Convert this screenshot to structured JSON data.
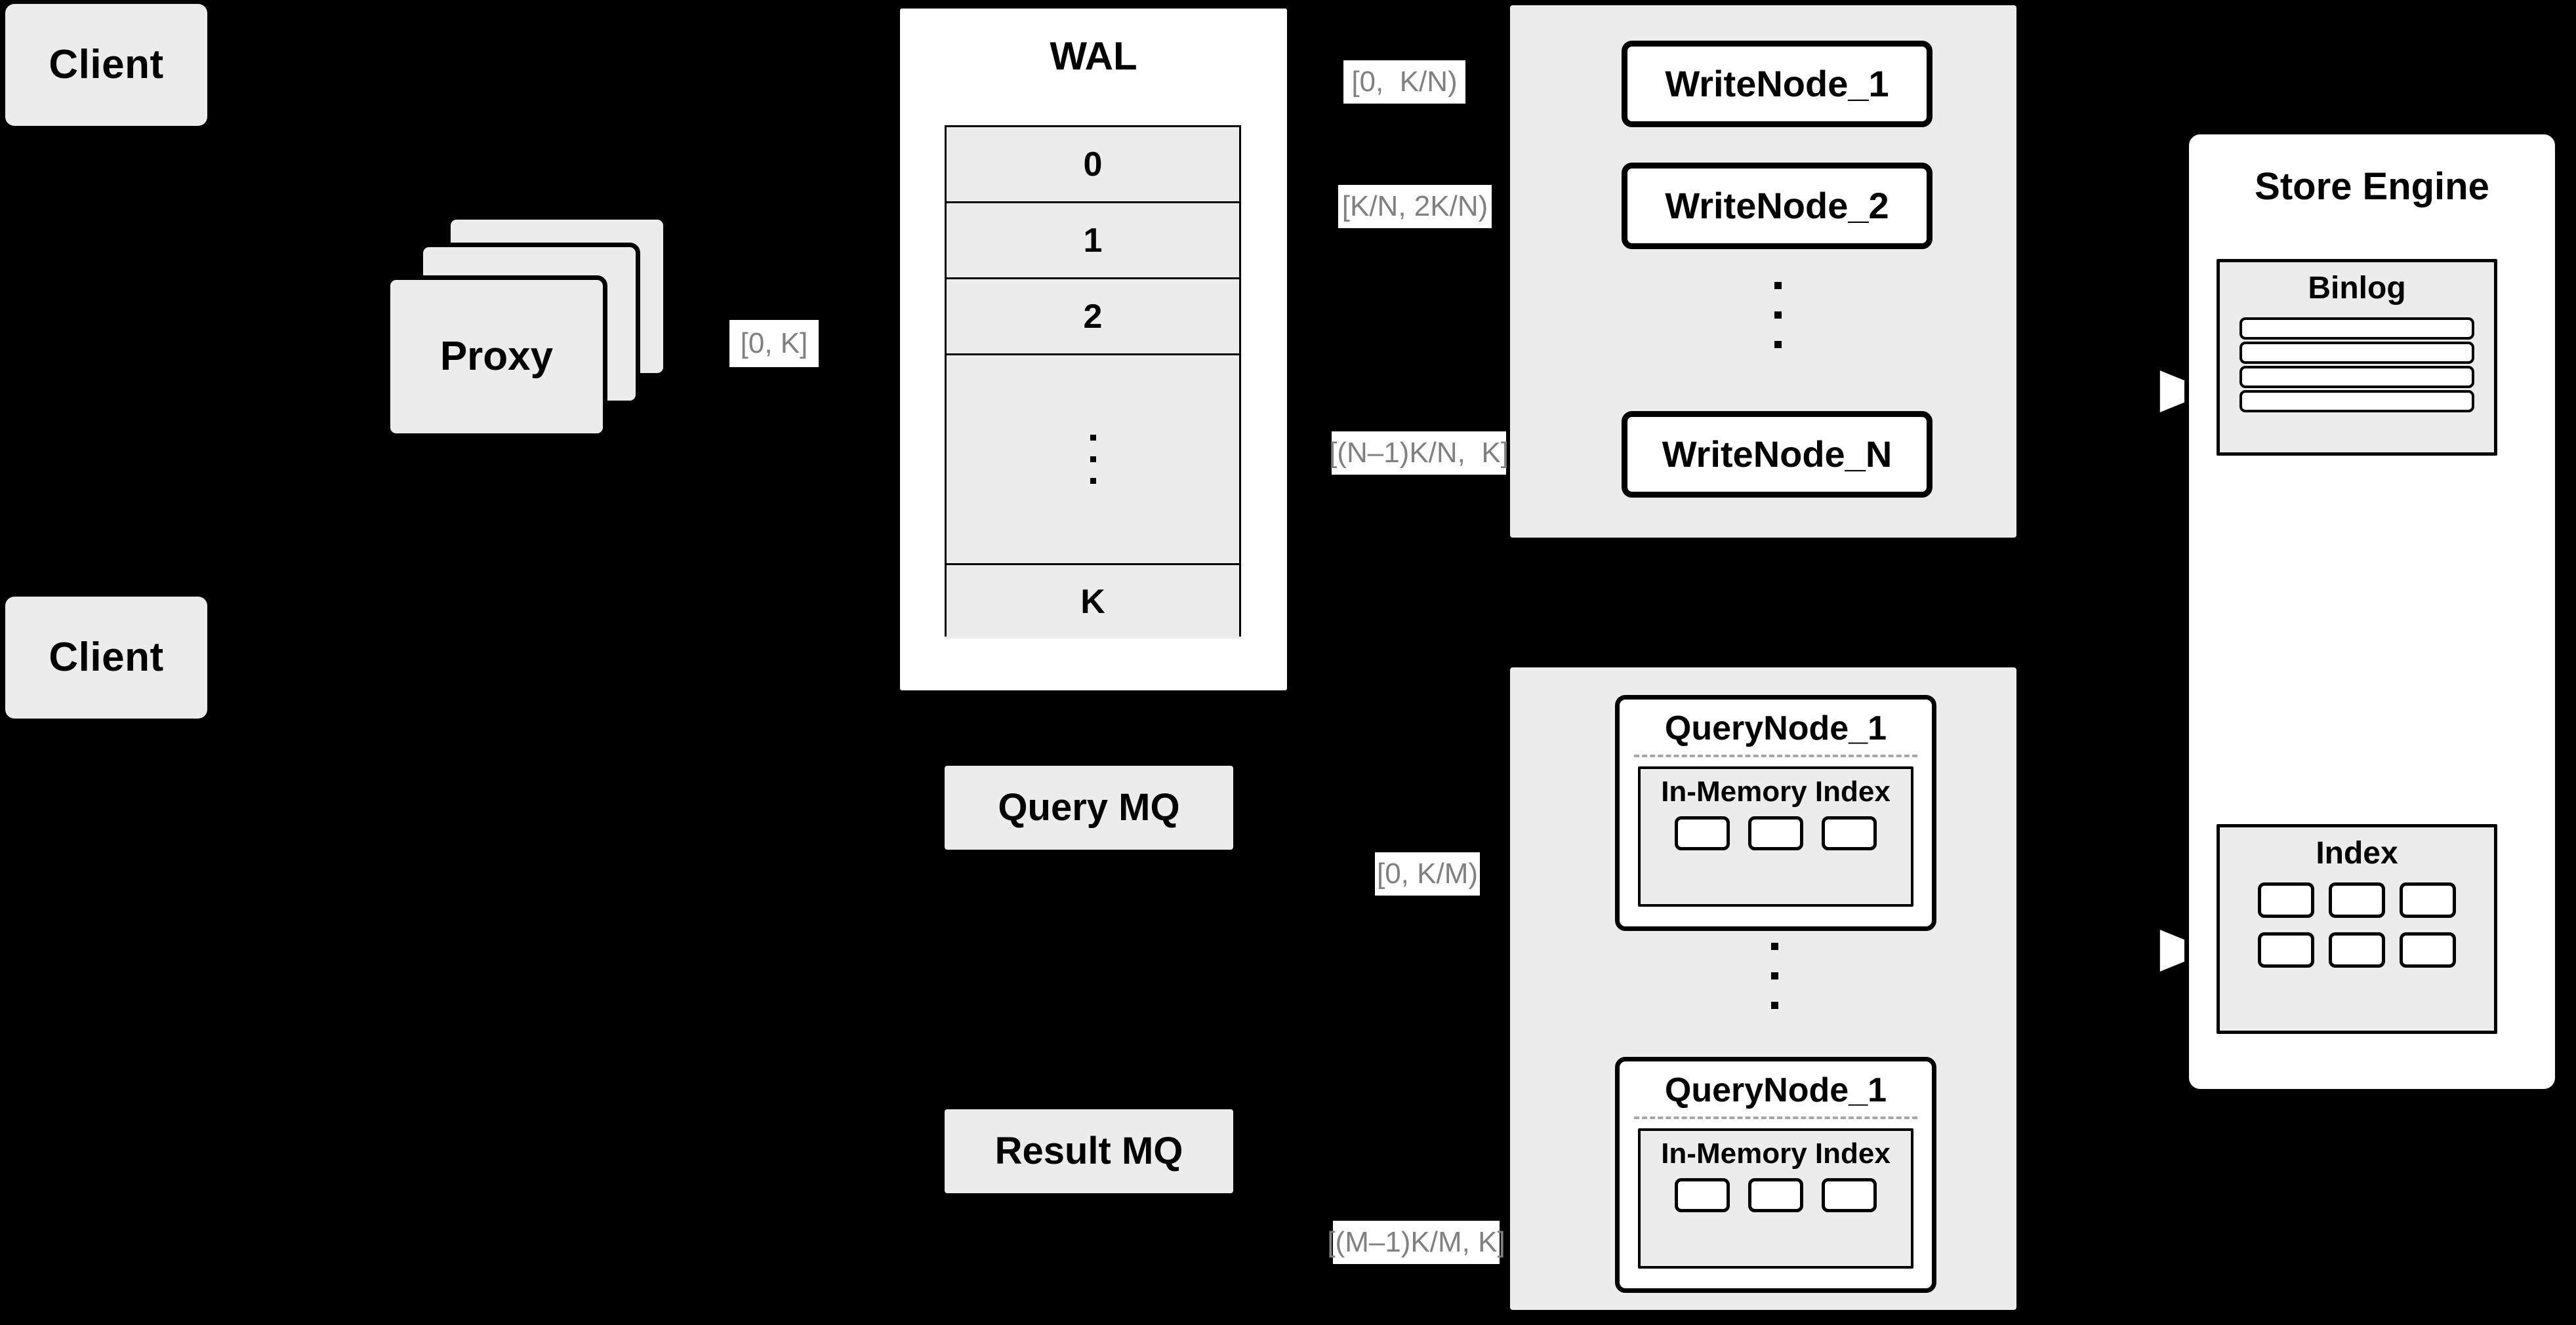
{
  "diagram": {
    "title": "Distributed Database Write/Query Architecture",
    "background_color": "#000000",
    "node_fill": "#ececec",
    "panel_fill": "#ffffff",
    "stroke_color": "#000000",
    "label_text_color": "#808080",
    "divider_color": "#a6a6a6"
  },
  "clients": [
    {
      "label": "Client"
    },
    {
      "label": "Client"
    }
  ],
  "proxy": {
    "label": "Proxy",
    "stack_count": 3
  },
  "wal": {
    "title": "WAL",
    "rows": [
      "0",
      "1",
      "2"
    ],
    "ellipsis_dots": 3,
    "last_row": "K"
  },
  "message_queues": [
    {
      "label": "Query MQ"
    },
    {
      "label": "Result MQ"
    }
  ],
  "write_cluster": {
    "nodes": [
      {
        "label": "WriteNode_1"
      },
      {
        "label": "WriteNode_2"
      },
      {
        "label": "WriteNode_N"
      }
    ],
    "ellipsis_dots": 3
  },
  "query_cluster": {
    "nodes": [
      {
        "title": "QueryNode_1",
        "index_title": "In-Memory Index",
        "cell_count": 3
      },
      {
        "title": "QueryNode_1",
        "index_title": "In-Memory Index",
        "cell_count": 3
      }
    ],
    "ellipsis_dots": 3
  },
  "store_engine": {
    "title": "Store Engine",
    "binlog": {
      "title": "Binlog",
      "row_count": 4
    },
    "index": {
      "title": "Index",
      "rows": 2,
      "cols": 3
    }
  },
  "edge_labels": {
    "proxy_to_wal": "[0, K]",
    "write_node_1": "[0,  K/N)",
    "write_node_2": "[K/N, 2K/N)",
    "write_node_n": "[(N–1)K/N,  K]",
    "query_node_1": "[0, K/M)",
    "query_node_m": "[(M–1)K/M, K]"
  }
}
